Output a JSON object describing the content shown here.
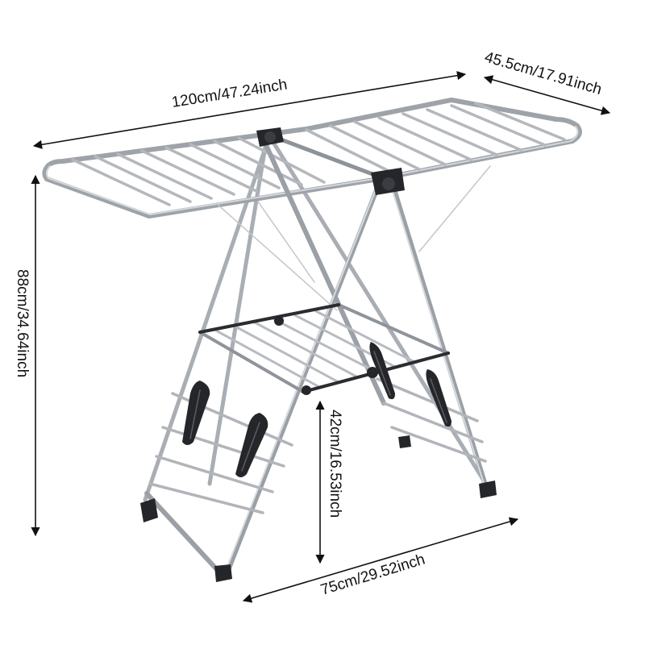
{
  "product": "clothes drying rack",
  "dimensions": {
    "length": "120cm/47.24inch",
    "width": "45.5cm/17.91inch",
    "height": "88cm/34.64inch",
    "shelf_height": "42cm/16.53inch",
    "base_width": "75cm/29.52inch"
  },
  "colors": {
    "steel": "#b9bdc2",
    "steel_dark": "#7d8288",
    "plastic": "#222428",
    "dimension_line": "#111111"
  }
}
